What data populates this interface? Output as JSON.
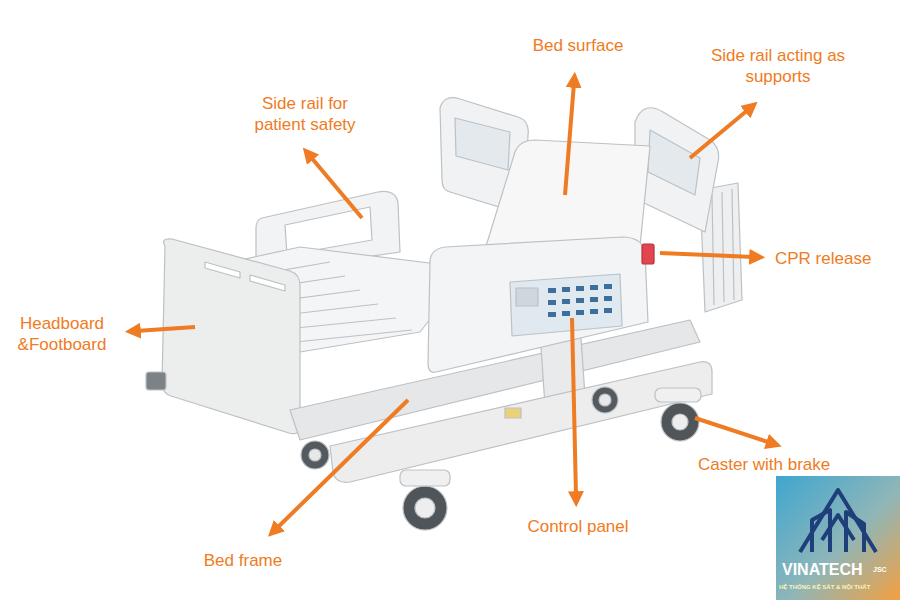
{
  "diagram": {
    "labels": [
      "Bed surface",
      "Side rail acting as supports",
      "Side rail for patient safety",
      "CPR release",
      "Headboard &Footboard",
      "Caster with brake",
      "Control panel",
      "Bed frame",
      "VINATECH",
      "JSC",
      "HỆ THỐNG KỆ SẮT & NỘI THẤT"
    ]
  }
}
